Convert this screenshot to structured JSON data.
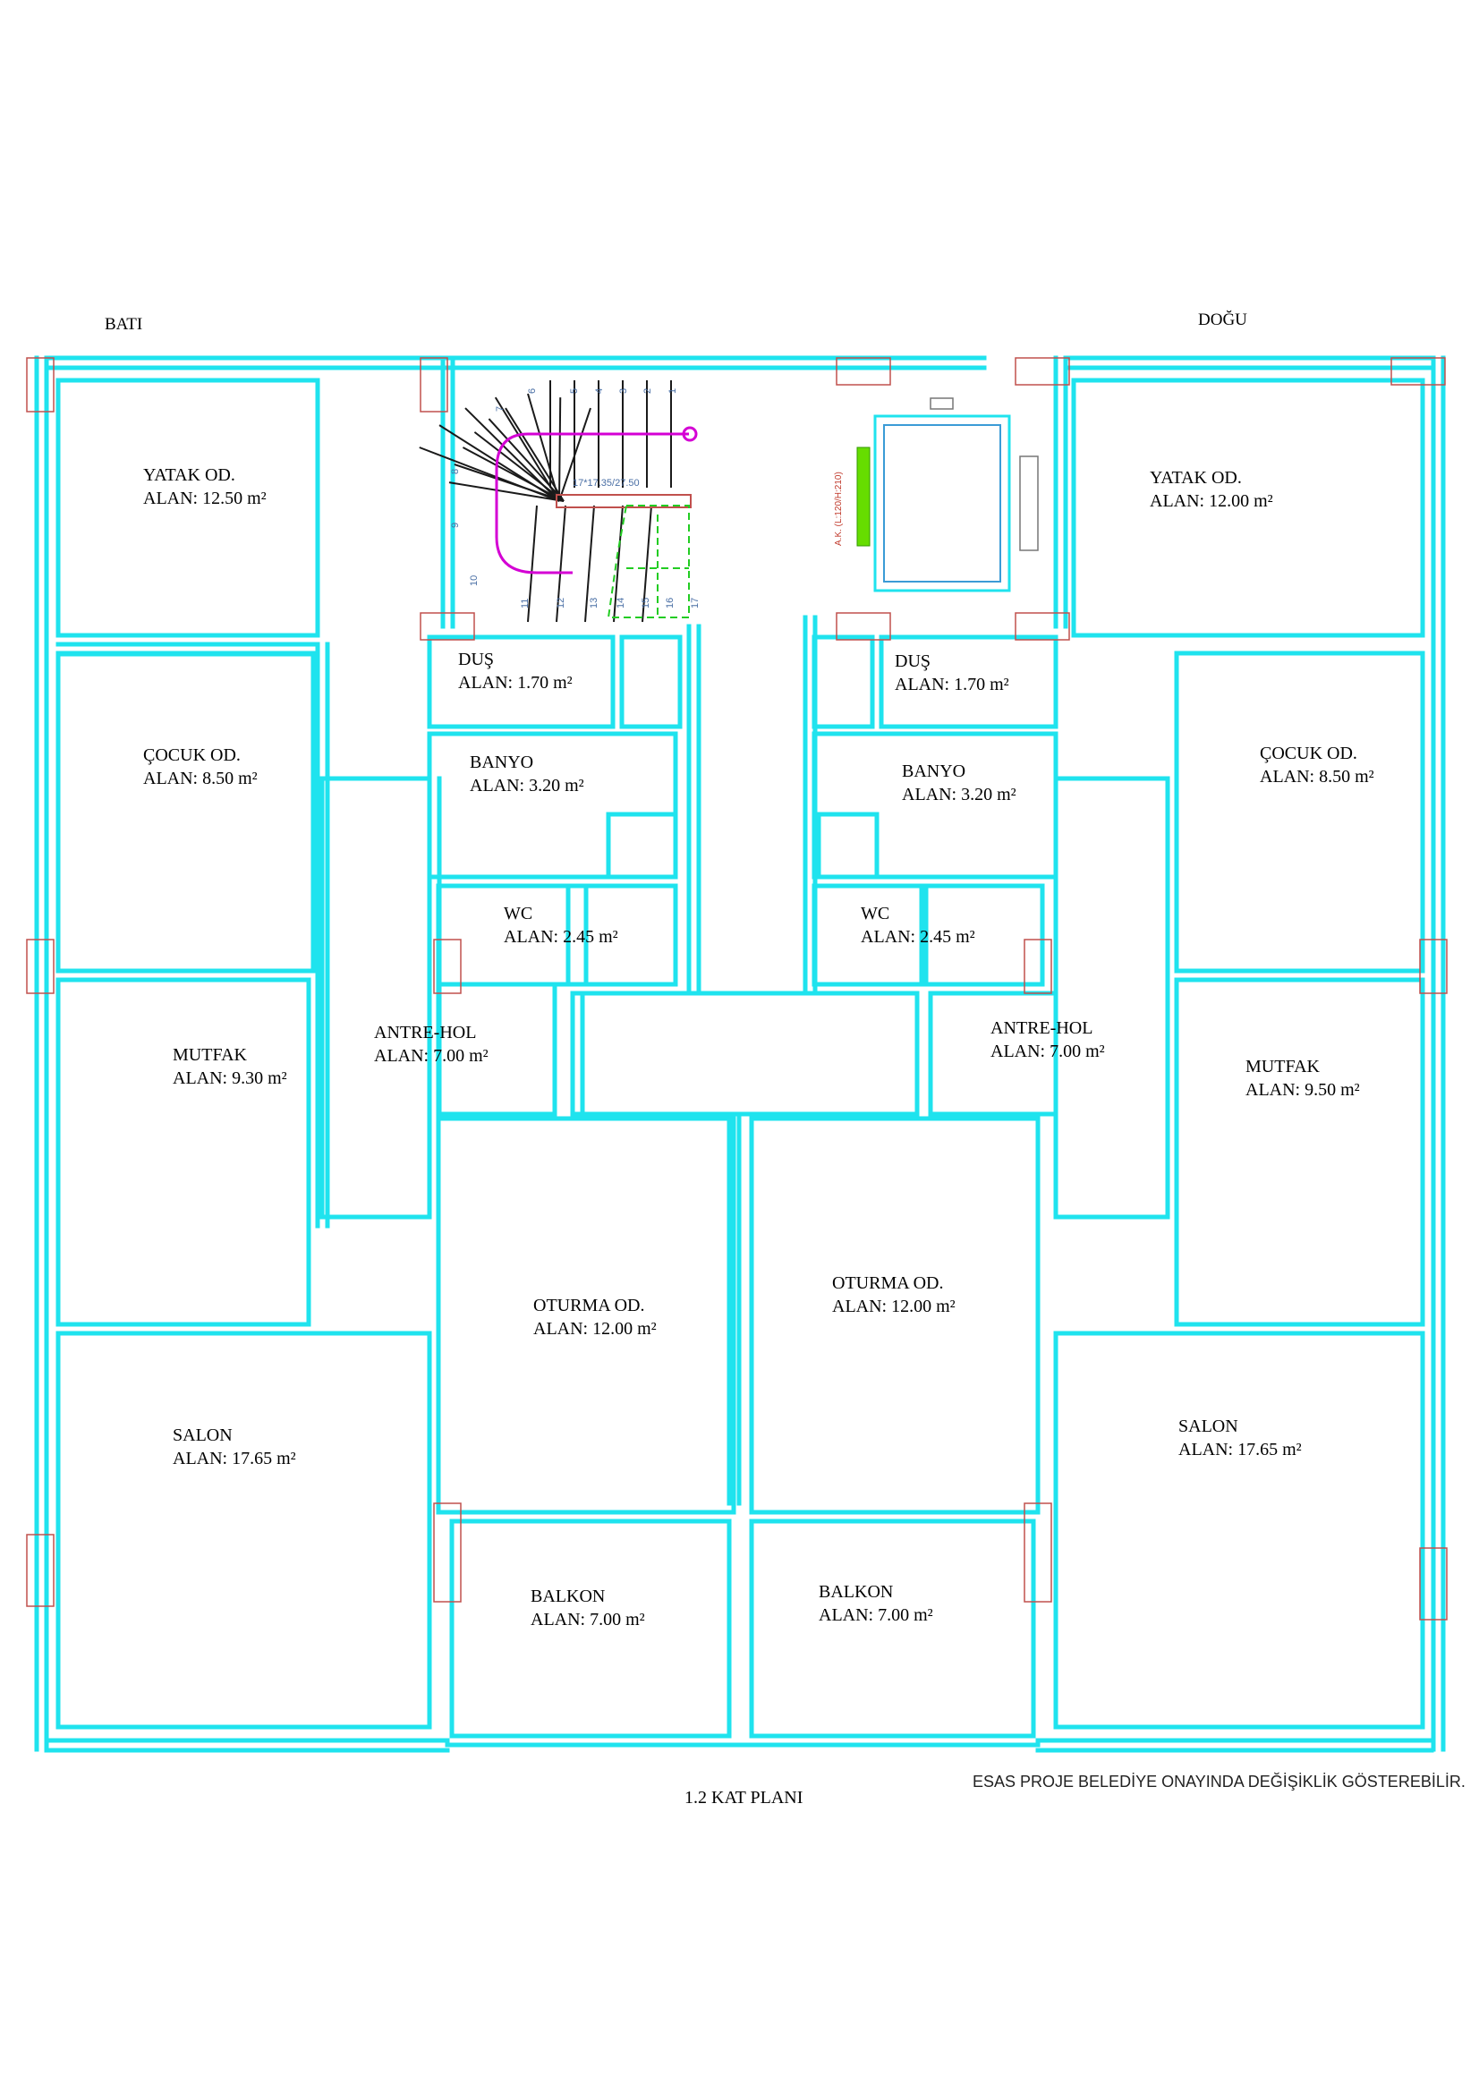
{
  "orientation": {
    "west": "BATI",
    "east": "DOĞU"
  },
  "rooms": [
    {
      "id": "yatak-left",
      "name": "YATAK OD.",
      "area": "ALAN: 12.50 m²"
    },
    {
      "id": "yatak-right",
      "name": "YATAK OD.",
      "area": "ALAN: 12.00 m²"
    },
    {
      "id": "dus-left",
      "name": "DUŞ",
      "area": "ALAN: 1.70 m²"
    },
    {
      "id": "dus-right",
      "name": "DUŞ",
      "area": "ALAN: 1.70 m²"
    },
    {
      "id": "cocuk-left",
      "name": "ÇOCUK OD.",
      "area": "ALAN: 8.50 m²"
    },
    {
      "id": "cocuk-right",
      "name": "ÇOCUK OD.",
      "area": "ALAN: 8.50 m²"
    },
    {
      "id": "banyo-left",
      "name": "BANYO",
      "area": "ALAN: 3.20 m²"
    },
    {
      "id": "banyo-right",
      "name": "BANYO",
      "area": "ALAN: 3.20 m²"
    },
    {
      "id": "wc-left",
      "name": "WC",
      "area": "ALAN: 2.45 m²"
    },
    {
      "id": "wc-right",
      "name": "WC",
      "area": "ALAN: 2.45 m²"
    },
    {
      "id": "mutfak-left",
      "name": "MUTFAK",
      "area": "ALAN: 9.30 m²"
    },
    {
      "id": "mutfak-right",
      "name": "MUTFAK",
      "area": "ALAN: 9.50 m²"
    },
    {
      "id": "antre-left",
      "name": "ANTRE-HOL",
      "area": "ALAN: 7.00 m²"
    },
    {
      "id": "antre-right",
      "name": "ANTRE-HOL",
      "area": "ALAN: 7.00 m²"
    },
    {
      "id": "oturma-left",
      "name": "OTURMA OD.",
      "area": "ALAN: 12.00 m²"
    },
    {
      "id": "oturma-right",
      "name": "OTURMA OD.",
      "area": "ALAN: 12.00 m²"
    },
    {
      "id": "salon-left",
      "name": "SALON",
      "area": "ALAN: 17.65 m²"
    },
    {
      "id": "salon-right",
      "name": "SALON",
      "area": "ALAN: 17.65 m²"
    },
    {
      "id": "balkon-left",
      "name": "BALKON",
      "area": "ALAN: 7.00 m²"
    },
    {
      "id": "balkon-right",
      "name": "BALKON",
      "area": "ALAN: 7.00 m²"
    }
  ],
  "stair": {
    "label": "17*17.35/27.50",
    "steps": [
      "1",
      "2",
      "3",
      "4",
      "5",
      "6",
      "7",
      "8",
      "9",
      "10",
      "11",
      "12",
      "13",
      "14",
      "15",
      "16",
      "17"
    ]
  },
  "elevator": {
    "label": "A.K. (L:120/H:210)"
  },
  "plan_title": "1.2 KAT PLANI",
  "note": "ESAS PROJE BELEDİYE ONAYINDA DEĞİŞİKLİK GÖSTEREBİLİR.",
  "colors": {
    "wall": "#1fe3ee",
    "column": "#c0504d",
    "stair_line": "#1a1a1a",
    "handrail": "#d400d4",
    "green_dashed": "#22cc22",
    "elevator_door": "#66dd00"
  }
}
